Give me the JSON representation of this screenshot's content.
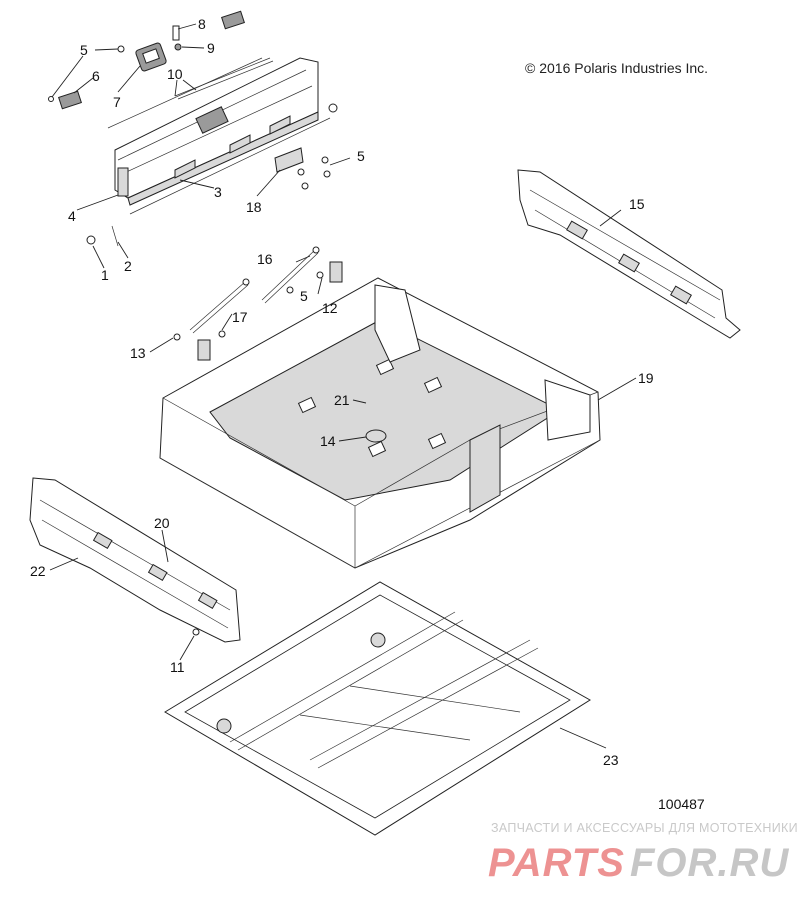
{
  "copyright": "© 2016 Polaris Industries Inc.",
  "reference_number": "100487",
  "watermark": {
    "tagline": "ЗАПЧАСТИ И АКСЕССУАРЫ ДЛЯ МОТОТЕХНИКИ",
    "brand": "PARTSFOR.RU",
    "brand_colors": [
      "#e03a3a",
      "#c6c6c6"
    ]
  },
  "callouts": {
    "c1": "1",
    "c2": "2",
    "c3": "3",
    "c4": "4",
    "c5a": "5",
    "c5b": "5",
    "c5c": "5",
    "c6": "6",
    "c7": "7",
    "c8": "8",
    "c9": "9",
    "c10": "10",
    "c11": "11",
    "c12": "12",
    "c13": "13",
    "c14": "14",
    "c15": "15",
    "c16": "16",
    "c17": "17",
    "c18": "18",
    "c19": "19",
    "c20": "20",
    "c21": "21",
    "c22": "22",
    "c23": "23"
  }
}
